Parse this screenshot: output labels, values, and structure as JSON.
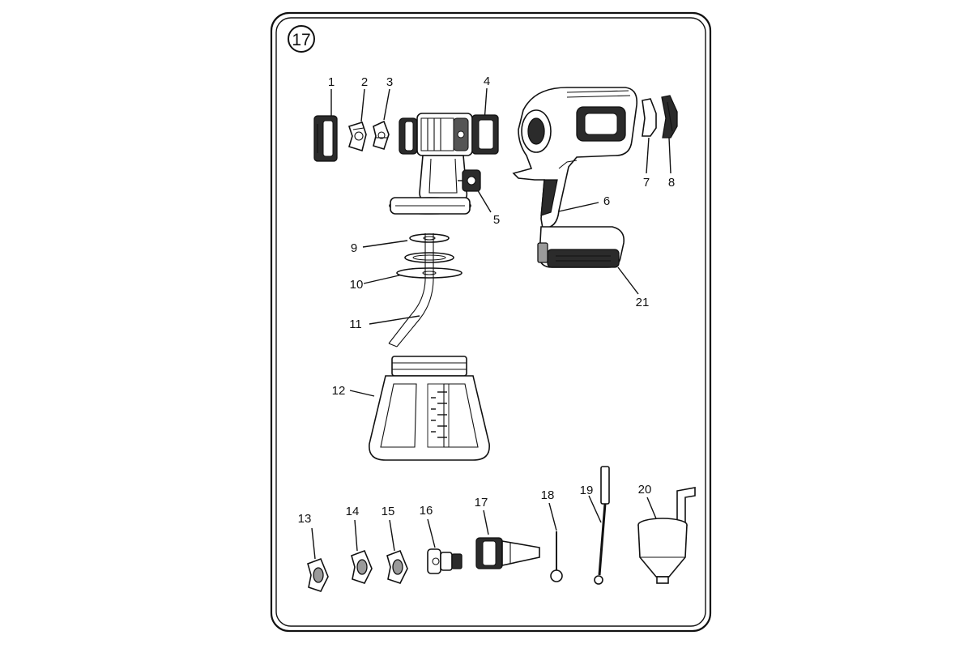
{
  "page_number": "17",
  "callouts": [
    {
      "id": "1",
      "name": "part-1-callout"
    },
    {
      "id": "2",
      "name": "part-2-callout"
    },
    {
      "id": "3",
      "name": "part-3-callout"
    },
    {
      "id": "4",
      "name": "part-4-callout"
    },
    {
      "id": "5",
      "name": "part-5-callout"
    },
    {
      "id": "6",
      "name": "part-6-callout"
    },
    {
      "id": "7",
      "name": "part-7-callout"
    },
    {
      "id": "8",
      "name": "part-8-callout"
    },
    {
      "id": "9",
      "name": "part-9-callout"
    },
    {
      "id": "10",
      "name": "part-10-callout"
    },
    {
      "id": "11",
      "name": "part-11-callout"
    },
    {
      "id": "12",
      "name": "part-12-callout"
    },
    {
      "id": "13",
      "name": "part-13-callout"
    },
    {
      "id": "14",
      "name": "part-14-callout"
    },
    {
      "id": "15",
      "name": "part-15-callout"
    },
    {
      "id": "16",
      "name": "part-16-callout"
    },
    {
      "id": "17",
      "name": "part-17-callout"
    },
    {
      "id": "18",
      "name": "part-18-callout"
    },
    {
      "id": "19",
      "name": "part-19-callout"
    },
    {
      "id": "20",
      "name": "part-20-callout"
    },
    {
      "id": "21",
      "name": "part-21-callout"
    }
  ]
}
